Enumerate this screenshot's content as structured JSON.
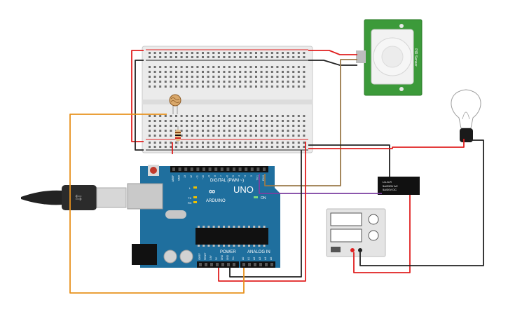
{
  "colors": {
    "board": "#1f6f9e",
    "board_dark": "#15557b",
    "breadboard": "#ebebeb",
    "wire_red": "#e02020",
    "wire_black": "#222222",
    "wire_orange": "#e8921e",
    "wire_brown": "#9b7a4a",
    "wire_purple": "#7b3fa0",
    "relay": "#111111",
    "pir_board": "#3c9a3a",
    "supply": "#e4e4e4"
  },
  "arduino": {
    "digital_label": "DIGITAL (PWM ~)",
    "uno_label": "UNO",
    "brand_label": "ARDUINO",
    "on_label": "ON",
    "power_label": "POWER",
    "analog_label": "ANALOG IN",
    "tx_label": "TX",
    "rx_label": "RX",
    "l_label": "L",
    "digital_pins": [
      "AREF",
      "GND",
      "13",
      "12",
      "~11",
      "~10",
      "~9",
      "8",
      "7",
      "~6",
      "~5",
      "4",
      "~3",
      "2",
      "TX 1",
      "RX 0"
    ],
    "power_pins": [
      "IOREF",
      "RESET",
      "3.3V",
      "5V",
      "GND",
      "GND",
      "Vin"
    ],
    "analog_pins": [
      "A0",
      "A1",
      "A2",
      "A3",
      "A4",
      "A5"
    ]
  },
  "relay": {
    "line1": "LU-5-R",
    "line2": "5A/250V AC",
    "line3": "5A/30V DC"
  },
  "pir": {
    "back_text": "PIR Sensor",
    "dots": "●●"
  }
}
